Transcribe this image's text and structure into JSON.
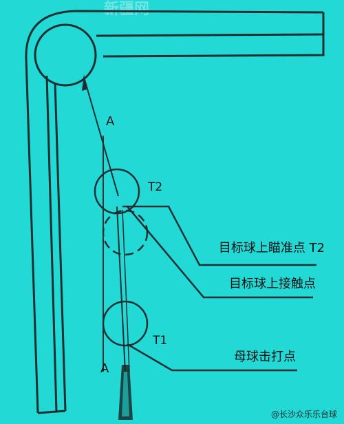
{
  "watermark_top": "新疆网",
  "watermark_bottom": "@长沙众乐乐台球",
  "labels": {
    "point_a_top": "A",
    "point_a_bottom": "A",
    "t2": "T2",
    "t1": "T1",
    "aim_point_t2": "目标球上瞄准点 T2",
    "contact_point": "目标球上接触点",
    "cue_strike_point": "母球击打点"
  }
}
